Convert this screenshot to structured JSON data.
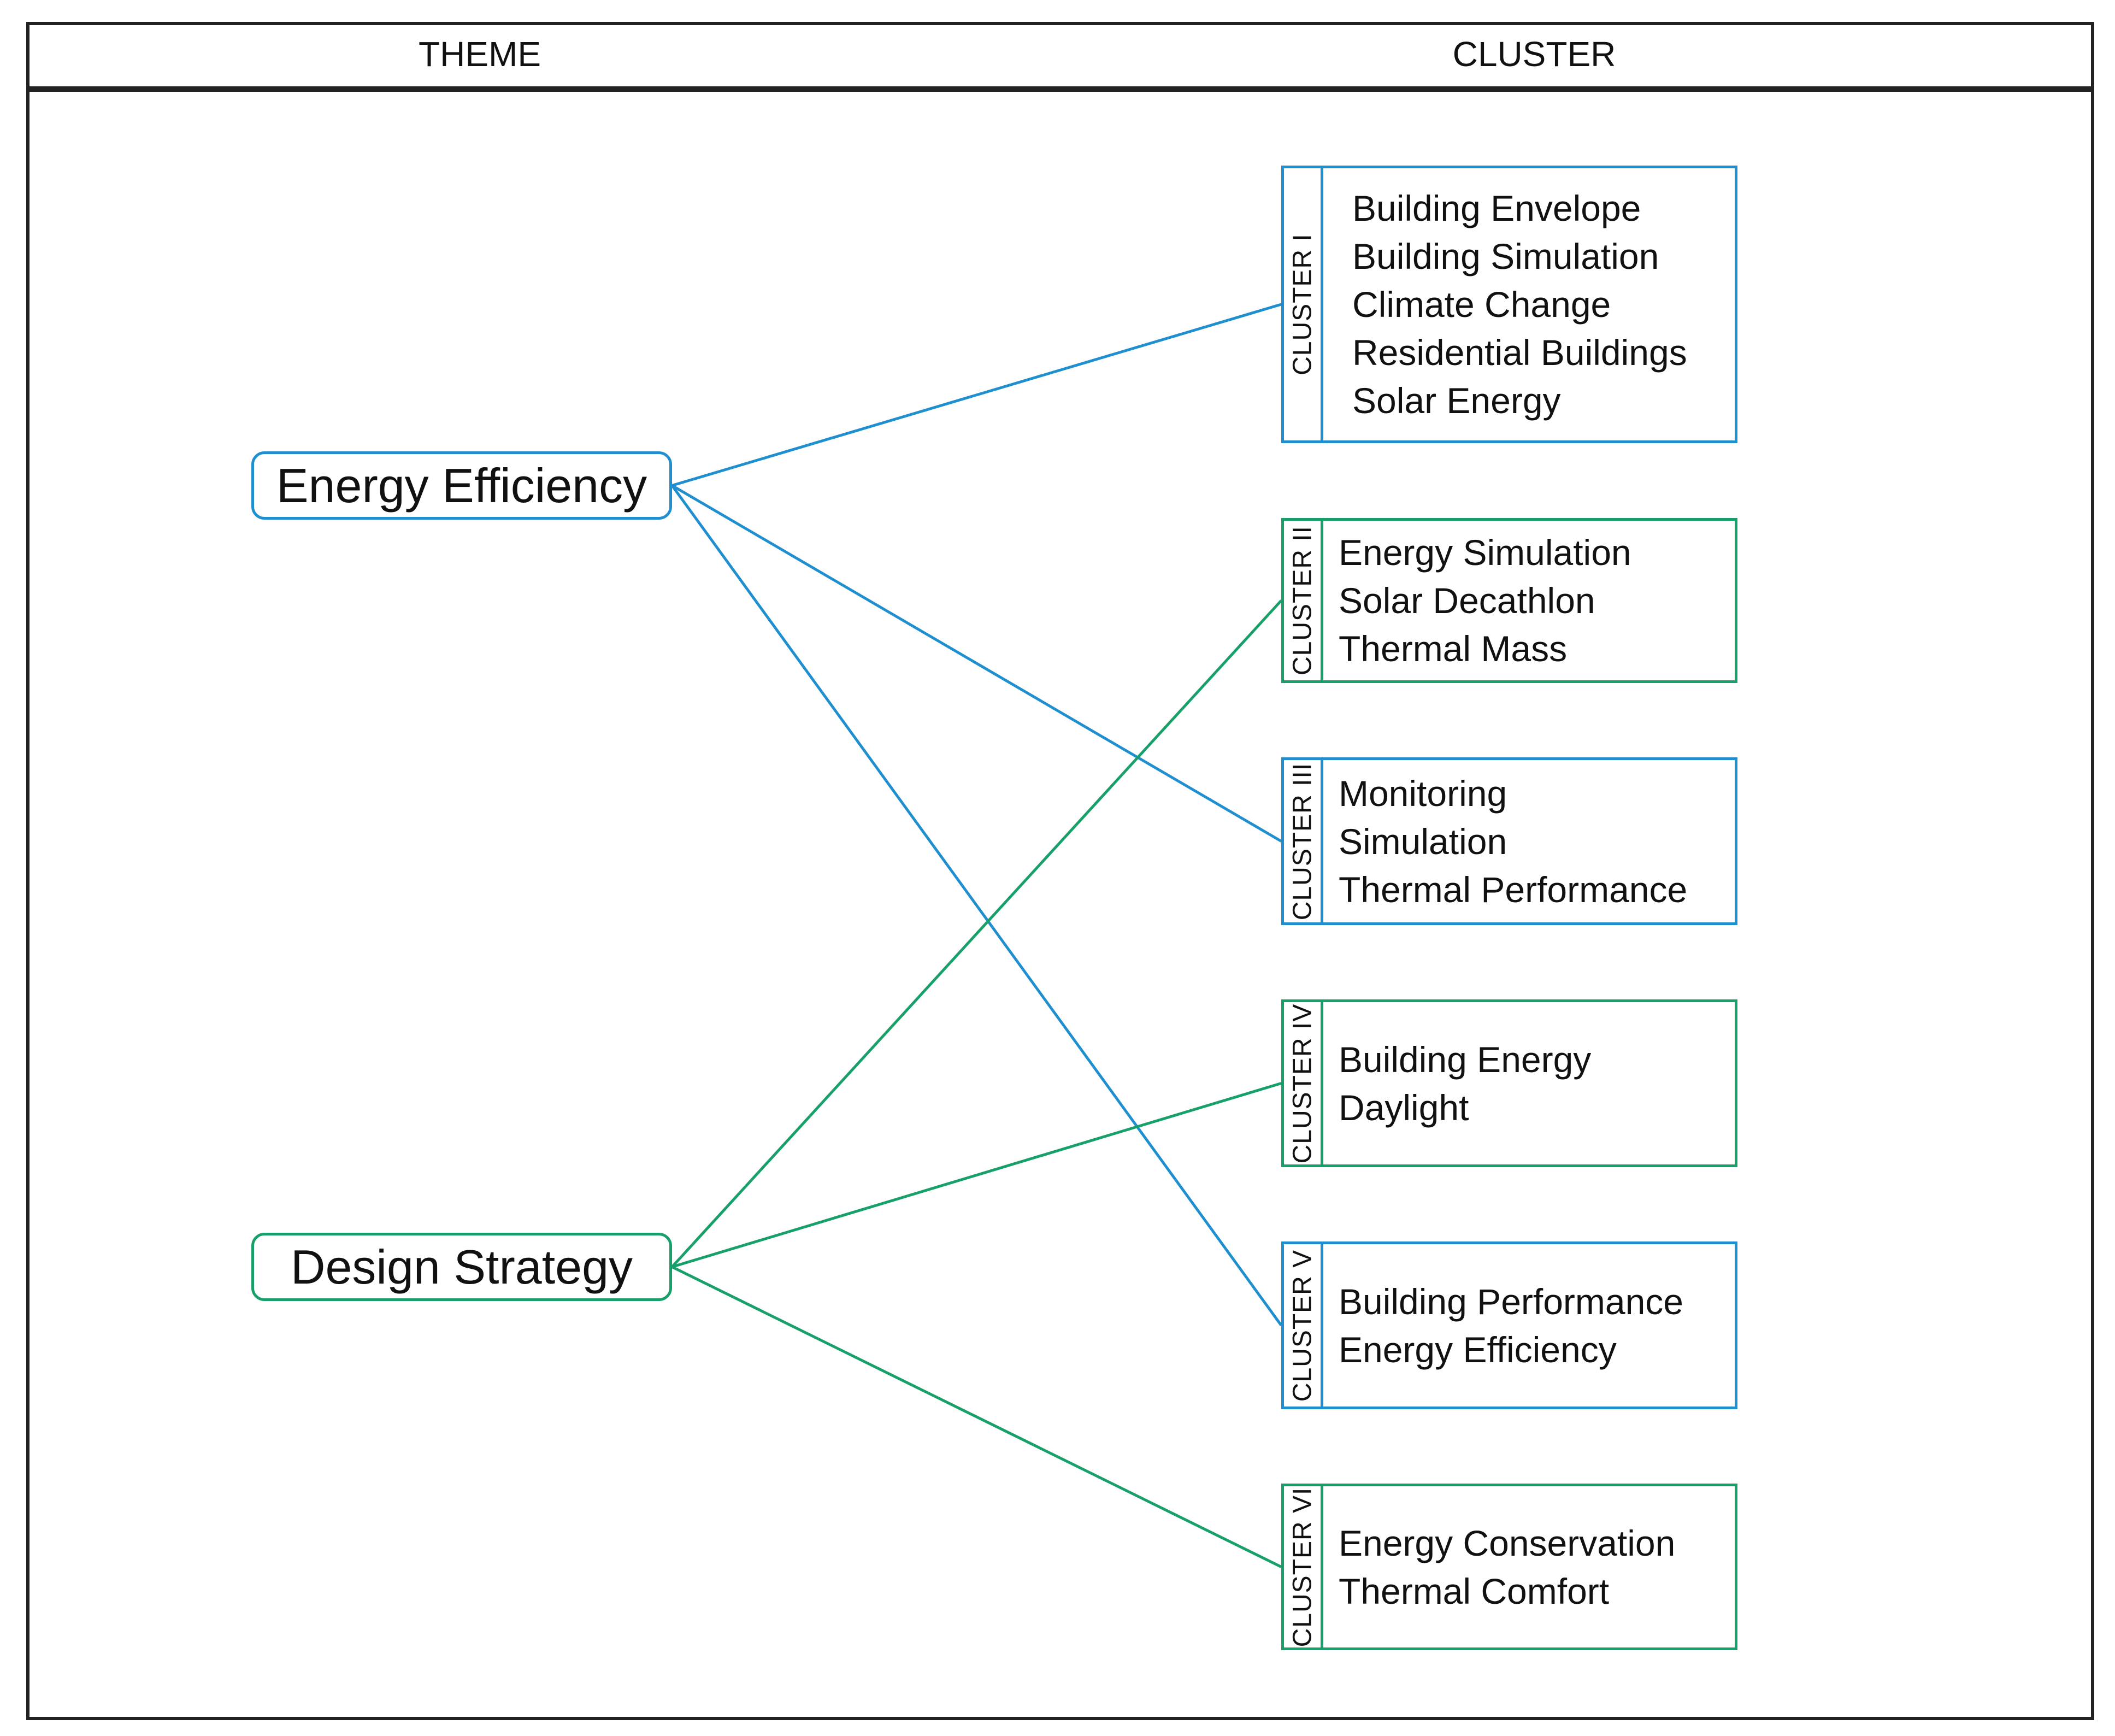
{
  "header": {
    "theme_label": "THEME",
    "cluster_label": "CLUSTER"
  },
  "colors": {
    "energy_efficiency": "#1f8fd0",
    "design_strategy": "#18a06a",
    "frame": "#222222"
  },
  "themes": [
    {
      "id": "energy-efficiency",
      "label": "Energy Efficiency",
      "color": "#1f8fd0"
    },
    {
      "id": "design-strategy",
      "label": "Design Strategy",
      "color": "#18a06a"
    }
  ],
  "clusters": [
    {
      "id": "cluster-1",
      "label": "CLUSTER I",
      "color": "#1f8fd0",
      "items": [
        "Building Envelope",
        "Building Simulation",
        "Climate Change",
        "Residential Buildings",
        "Solar Energy"
      ]
    },
    {
      "id": "cluster-2",
      "label": "CLUSTER II",
      "color": "#18a06a",
      "items": [
        "Energy Simulation",
        "Solar Decathlon",
        "Thermal Mass"
      ]
    },
    {
      "id": "cluster-3",
      "label": "CLUSTER III",
      "color": "#1f8fd0",
      "items": [
        "Monitoring",
        "Simulation",
        "Thermal Performance"
      ]
    },
    {
      "id": "cluster-4",
      "label": "CLUSTER IV",
      "color": "#18a06a",
      "items": [
        "Building Energy",
        "Daylight"
      ]
    },
    {
      "id": "cluster-5",
      "label": "CLUSTER V",
      "color": "#1f8fd0",
      "items": [
        "Building Performance",
        "Energy Efficiency"
      ]
    },
    {
      "id": "cluster-6",
      "label": "CLUSTER VI",
      "color": "#18a06a",
      "items": [
        "Energy Conservation",
        "Thermal Comfort"
      ]
    }
  ],
  "links": [
    {
      "from": "energy-efficiency",
      "to": "cluster-1"
    },
    {
      "from": "energy-efficiency",
      "to": "cluster-3"
    },
    {
      "from": "energy-efficiency",
      "to": "cluster-5"
    },
    {
      "from": "design-strategy",
      "to": "cluster-2"
    },
    {
      "from": "design-strategy",
      "to": "cluster-4"
    },
    {
      "from": "design-strategy",
      "to": "cluster-6"
    }
  ]
}
